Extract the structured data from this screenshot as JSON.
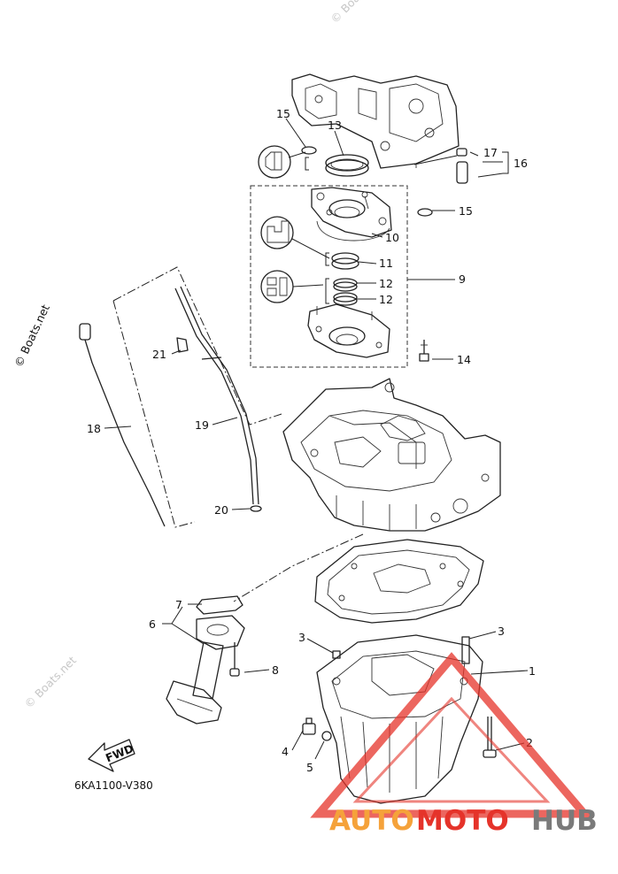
{
  "diagram_code": "6KA1100-V380",
  "fwd_label": "FWD",
  "watermark": {
    "side_text": "© Boats.net",
    "faint_text": "© Boats.net"
  },
  "logo": {
    "part_a": "AUTO",
    "part_b": "MOTO",
    "part_c": "HUB"
  },
  "colors": {
    "logo_orange": "#f5a23a",
    "logo_red": "#e5332a",
    "logo_gray": "#7a7a7a",
    "line": "#222222"
  },
  "callouts": {
    "n1": "1",
    "n2": "2",
    "n3a": "3",
    "n3b": "3",
    "n4": "4",
    "n5": "5",
    "n6": "6",
    "n7": "7",
    "n8": "8",
    "n9": "9",
    "n10": "10",
    "n11": "11",
    "n12a": "12",
    "n12b": "12",
    "n13": "13",
    "n14": "14",
    "n15a": "15",
    "n15b": "15",
    "n16": "16",
    "n17": "17",
    "n18": "18",
    "n19": "19",
    "n20": "20",
    "n21": "21"
  }
}
